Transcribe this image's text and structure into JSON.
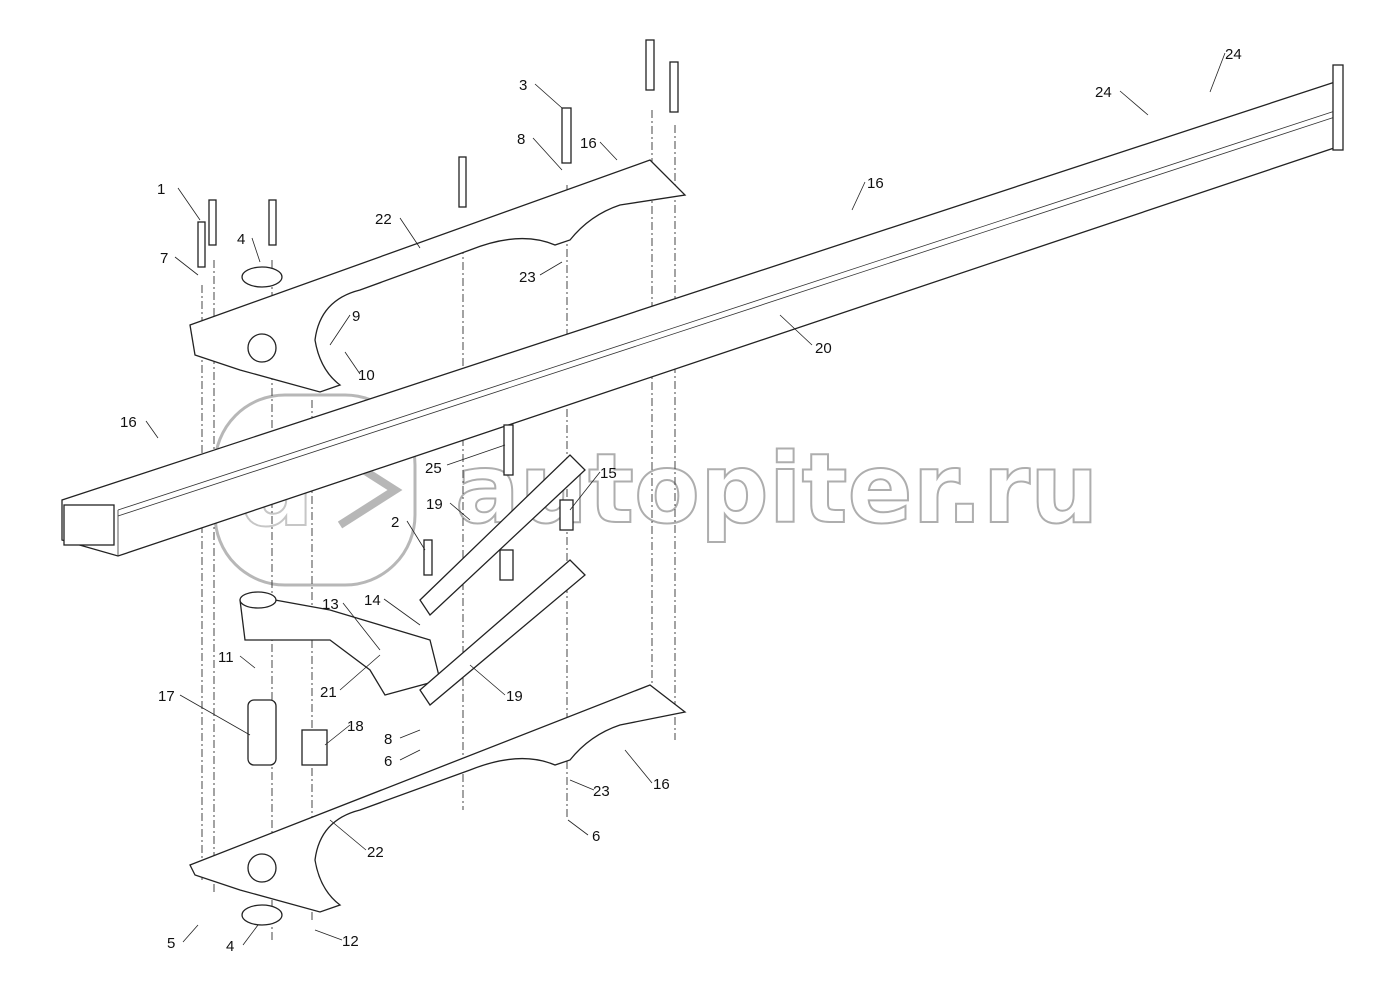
{
  "diagram": {
    "title": "Exploded parts assembly",
    "watermark": "autopiter.ru",
    "labels": [
      "1",
      "7",
      "4",
      "22",
      "3",
      "8",
      "16",
      "23",
      "9",
      "10",
      "16",
      "24",
      "24",
      "20",
      "16",
      "25",
      "15",
      "19",
      "2",
      "13",
      "14",
      "11",
      "21",
      "17",
      "18",
      "19",
      "8",
      "6",
      "23",
      "16",
      "22",
      "6",
      "5",
      "4",
      "12"
    ]
  }
}
